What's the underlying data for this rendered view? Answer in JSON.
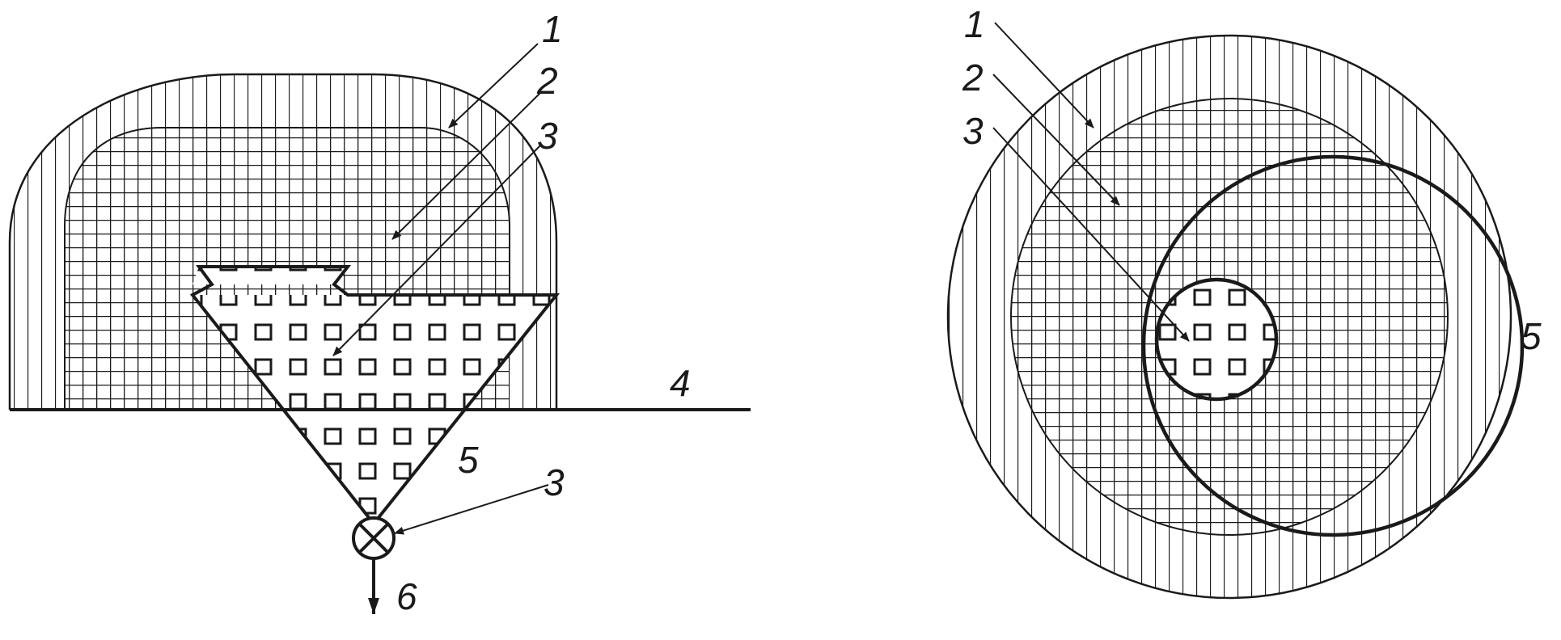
{
  "left_view": {
    "labels": {
      "l1": "1",
      "l2": "2",
      "l3": "3",
      "l4": "4",
      "l5": "5",
      "l3b": "3",
      "l6": "6"
    }
  },
  "right_view": {
    "labels": {
      "r1": "1",
      "r2": "2",
      "r3": "3",
      "r5": "5"
    }
  }
}
